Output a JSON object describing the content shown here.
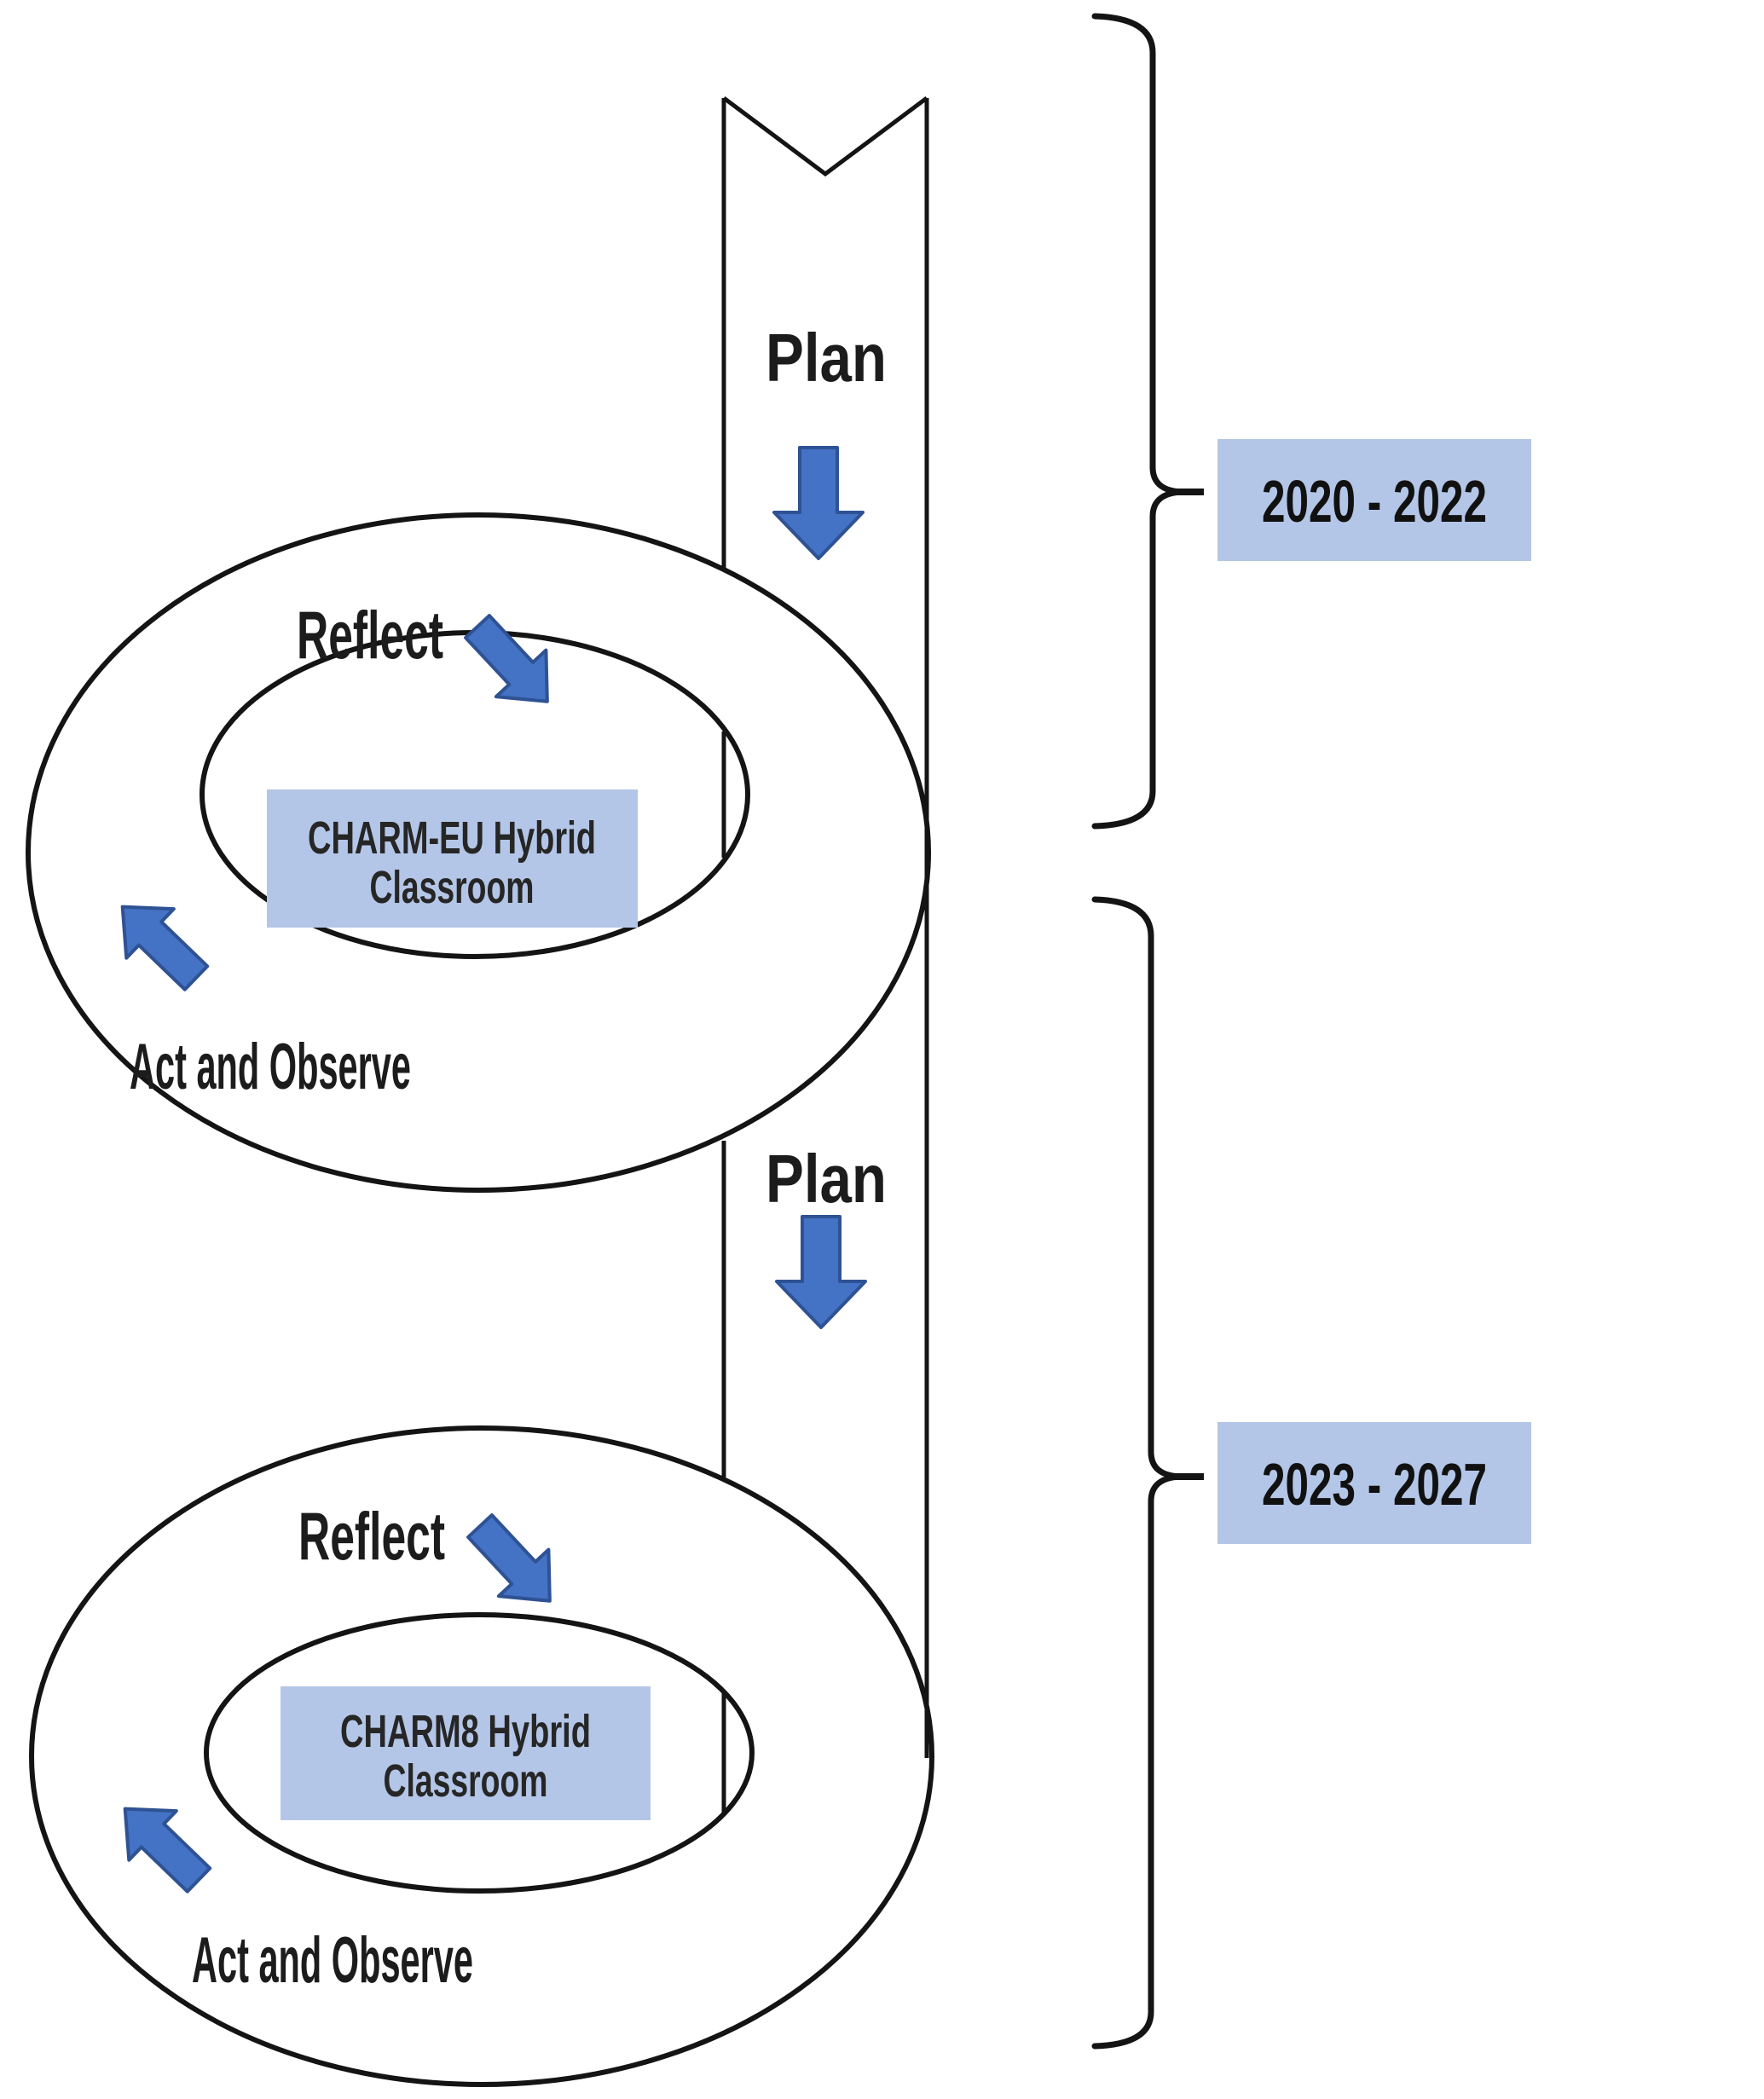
{
  "diagram": {
    "type": "action-research-spiral",
    "cycles": [
      {
        "plan": "Plan",
        "reflect": "Reflect",
        "act_observe": "Act and Observe",
        "box_line1": "CHARM-EU Hybrid",
        "box_line2": "Classroom",
        "period": "2020 - 2022"
      },
      {
        "plan": "Plan",
        "reflect": "Reflect",
        "act_observe": "Act and Observe",
        "box_line1": "CHARM8 Hybrid",
        "box_line2": "Classroom",
        "period": "2023 - 2027"
      }
    ],
    "colors": {
      "arrow_fill": "#4472c4",
      "arrow_stroke": "#2e5293",
      "box_fill": "#b4c6e7",
      "outline": "#141414"
    }
  }
}
